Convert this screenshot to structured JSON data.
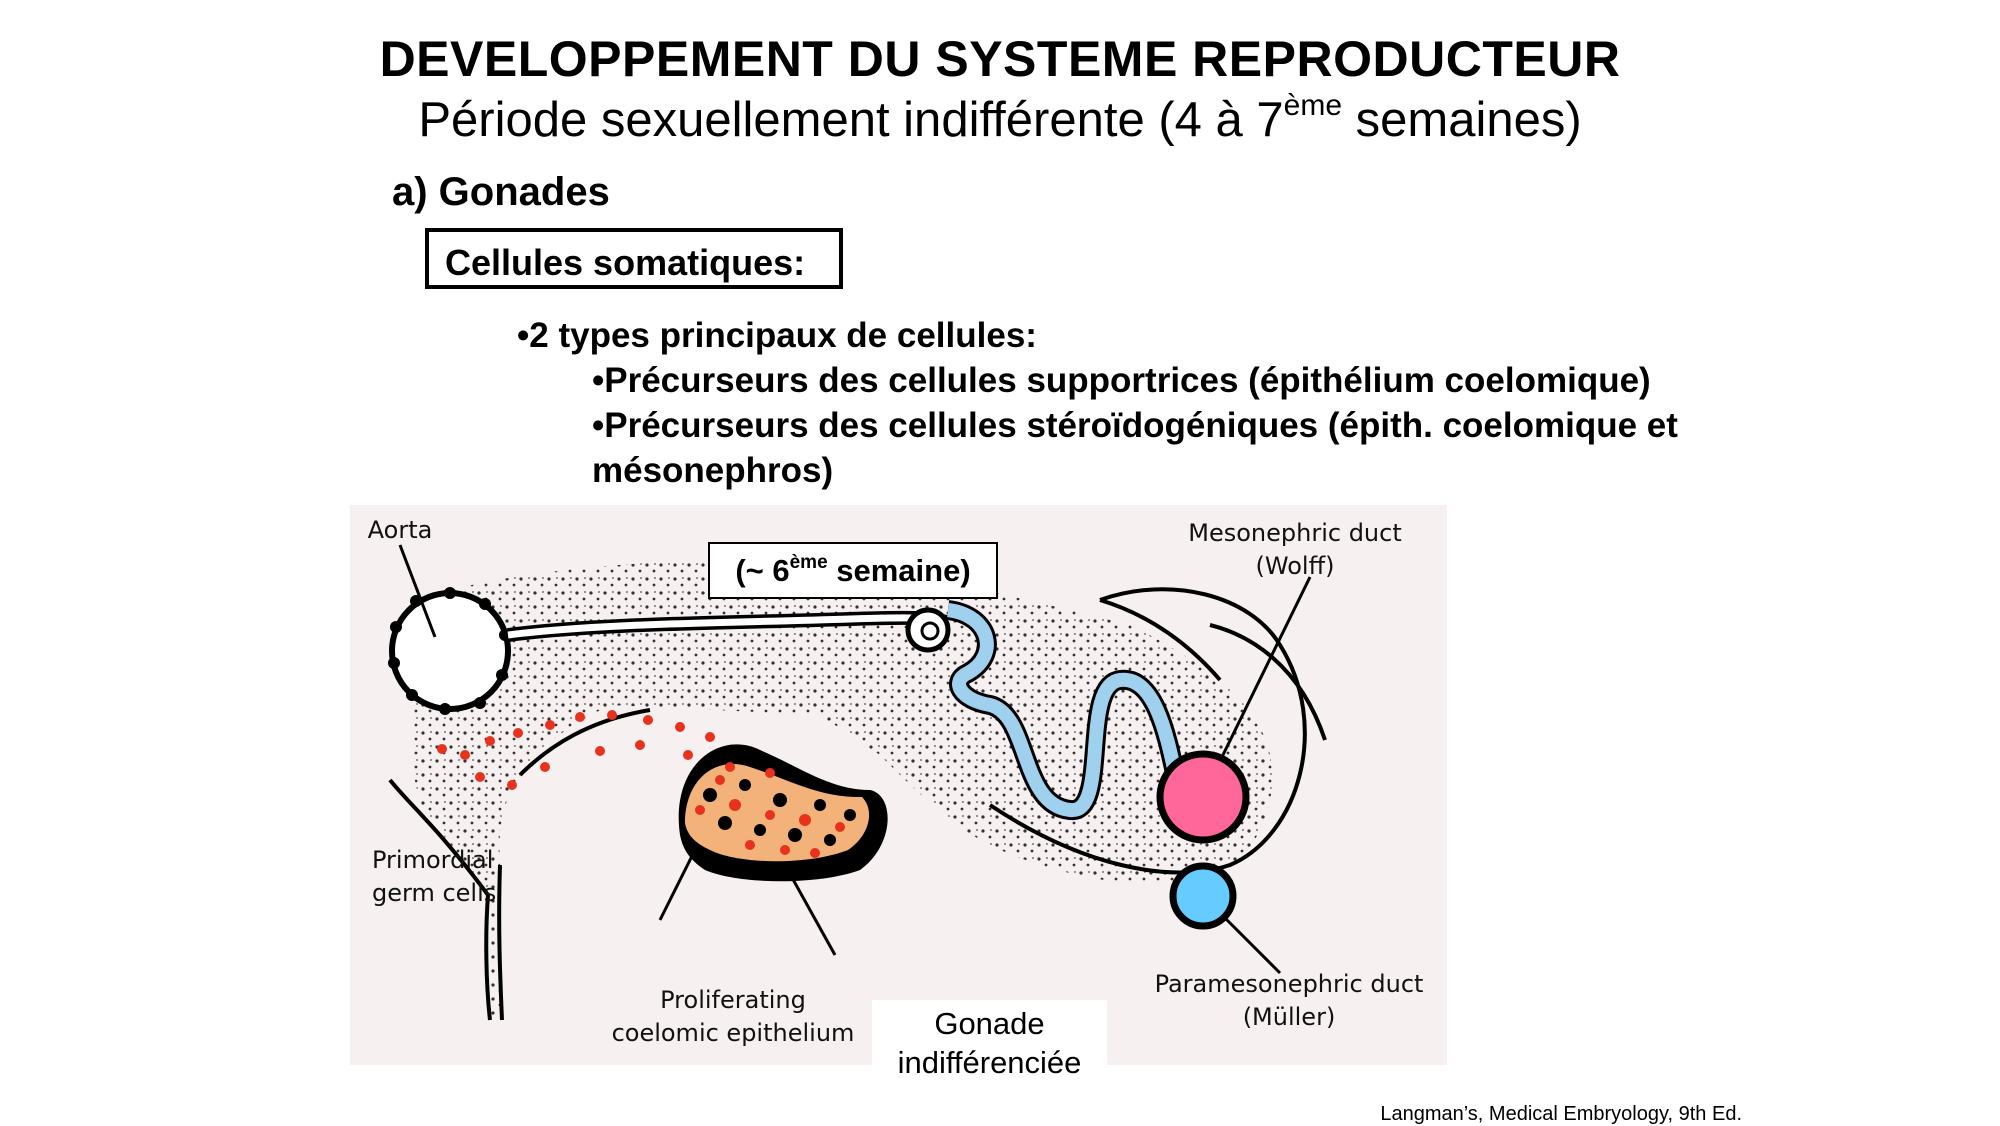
{
  "title": "DEVELOPPEMENT DU SYSTEME REPRODUCTEUR",
  "subtitle": {
    "before": "Période sexuellement indifférente (4 à 7",
    "sup": "ème",
    "after": " semaines)"
  },
  "section": "a) Gonades",
  "boxed_label": "Cellules somatiques:",
  "bullets": [
    "•2 types principaux de cellules:",
    "•Précurseurs des cellules supportrices (épithélium coelomique)",
    "•Précurseurs des cellules stéroïdogéniques (épith. coelomique et mésonephros)"
  ],
  "figure": {
    "week_label": {
      "before": "(~ 6",
      "sup": "ème",
      "after": " semaine)"
    },
    "labels": {
      "aorta": "Aorta",
      "mesonephric_1": "Mesonephric duct",
      "mesonephric_2": "(Wolff)",
      "primordial_1": "Primordial",
      "primordial_2": "germ cells",
      "proliferating_1": "Proliferating",
      "proliferating_2": "coelomic epithelium",
      "paramesonephric_1": "Paramesonephric duct",
      "paramesonephric_2": "(Müller)"
    },
    "gonade_label_1": "Gonade",
    "gonade_label_2": "indifférenciée",
    "colors": {
      "wolff_duct": "#ff6699",
      "muller_duct": "#66ccff",
      "germ_cells": "#e8321e",
      "mesonephric_tubule": "#9fd0ee",
      "gonad_cells": "#f2b27a"
    }
  },
  "reference": "Langman’s, Medical Embryology, 9th Ed."
}
